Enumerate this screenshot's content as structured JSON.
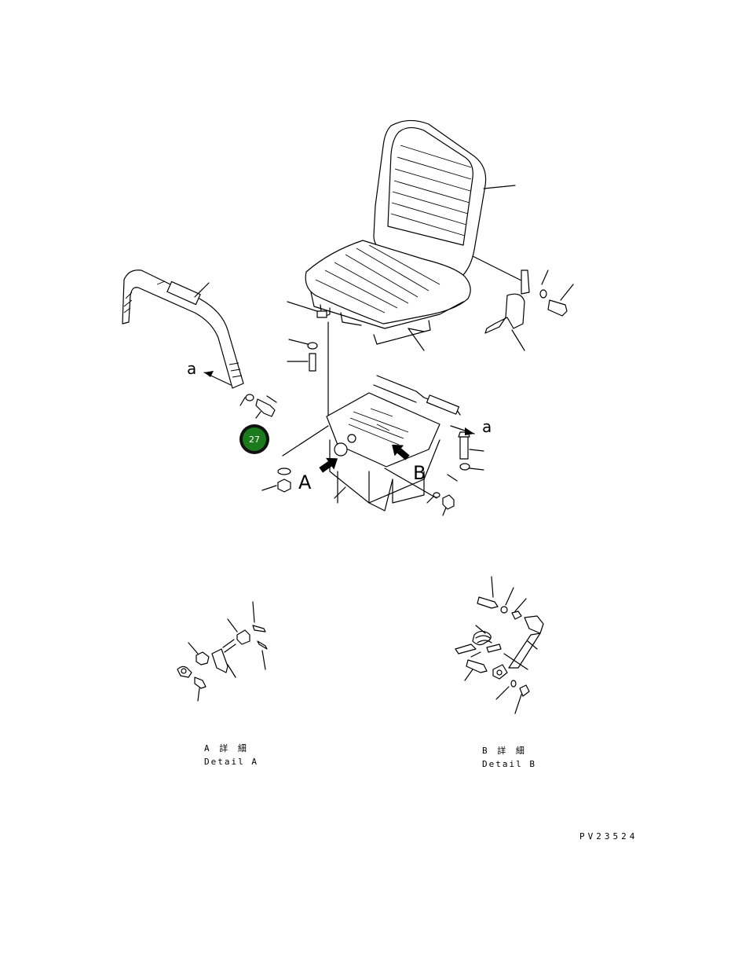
{
  "view_labels": {
    "a_left": "a",
    "a_right": "a",
    "A": "A",
    "B": "B"
  },
  "callout": {
    "number": "27",
    "color": "#1b7a1b",
    "ring_color": "#111111"
  },
  "detail_a": {
    "title_jp": "A 詳 細",
    "title_en": "Detail A"
  },
  "detail_b": {
    "title_jp": "B 詳 細",
    "title_en": "Detail B"
  },
  "drawing_code": "PV23524"
}
